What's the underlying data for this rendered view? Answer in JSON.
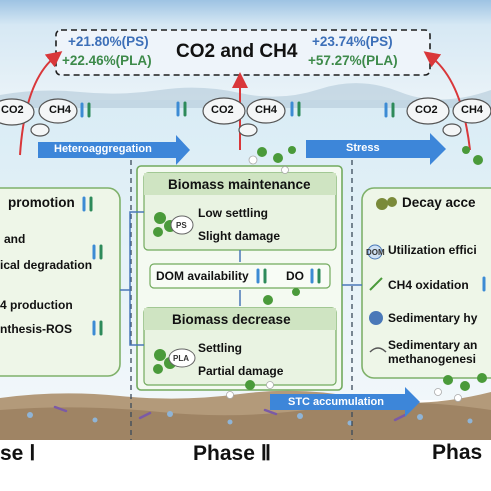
{
  "header": {
    "title": "CO2 and CH4",
    "stats_left": [
      "+21.80%(PS)",
      "+22.46%(PLA)"
    ],
    "stats_right": [
      "+23.74%(PS)",
      "+57.27%(PLA)"
    ]
  },
  "arrows": {
    "heteroaggregation": "Heteroaggregation",
    "stress": "Stress",
    "stc_accumulation": "STC accumulation"
  },
  "clouds": {
    "co2": "CO2",
    "ch4": "CH4"
  },
  "left_panel": {
    "title": "promotion",
    "items": [
      "and",
      "ical degradation",
      "4 production",
      "nthesis-ROS"
    ]
  },
  "middle_panel": {
    "maintenance": {
      "title": "Biomass maintenance",
      "badge": "PS",
      "items": [
        "Low settling",
        "Slight damage"
      ]
    },
    "dom_row": {
      "dom": "DOM availability",
      "do": "DO"
    },
    "decrease": {
      "title": "Biomass decrease",
      "badge": "PLA",
      "items": [
        "Settling",
        "Partial damage"
      ]
    }
  },
  "right_panel": {
    "title": "Decay acce",
    "items": [
      "Utilization effici",
      "CH4 oxidation",
      "Sedimentary hy",
      "Sedimentary an",
      "methanogenesi"
    ],
    "icon_labels": [
      "DOM"
    ]
  },
  "phases": [
    "se Ⅰ",
    "Phase Ⅱ",
    "Phas"
  ]
}
